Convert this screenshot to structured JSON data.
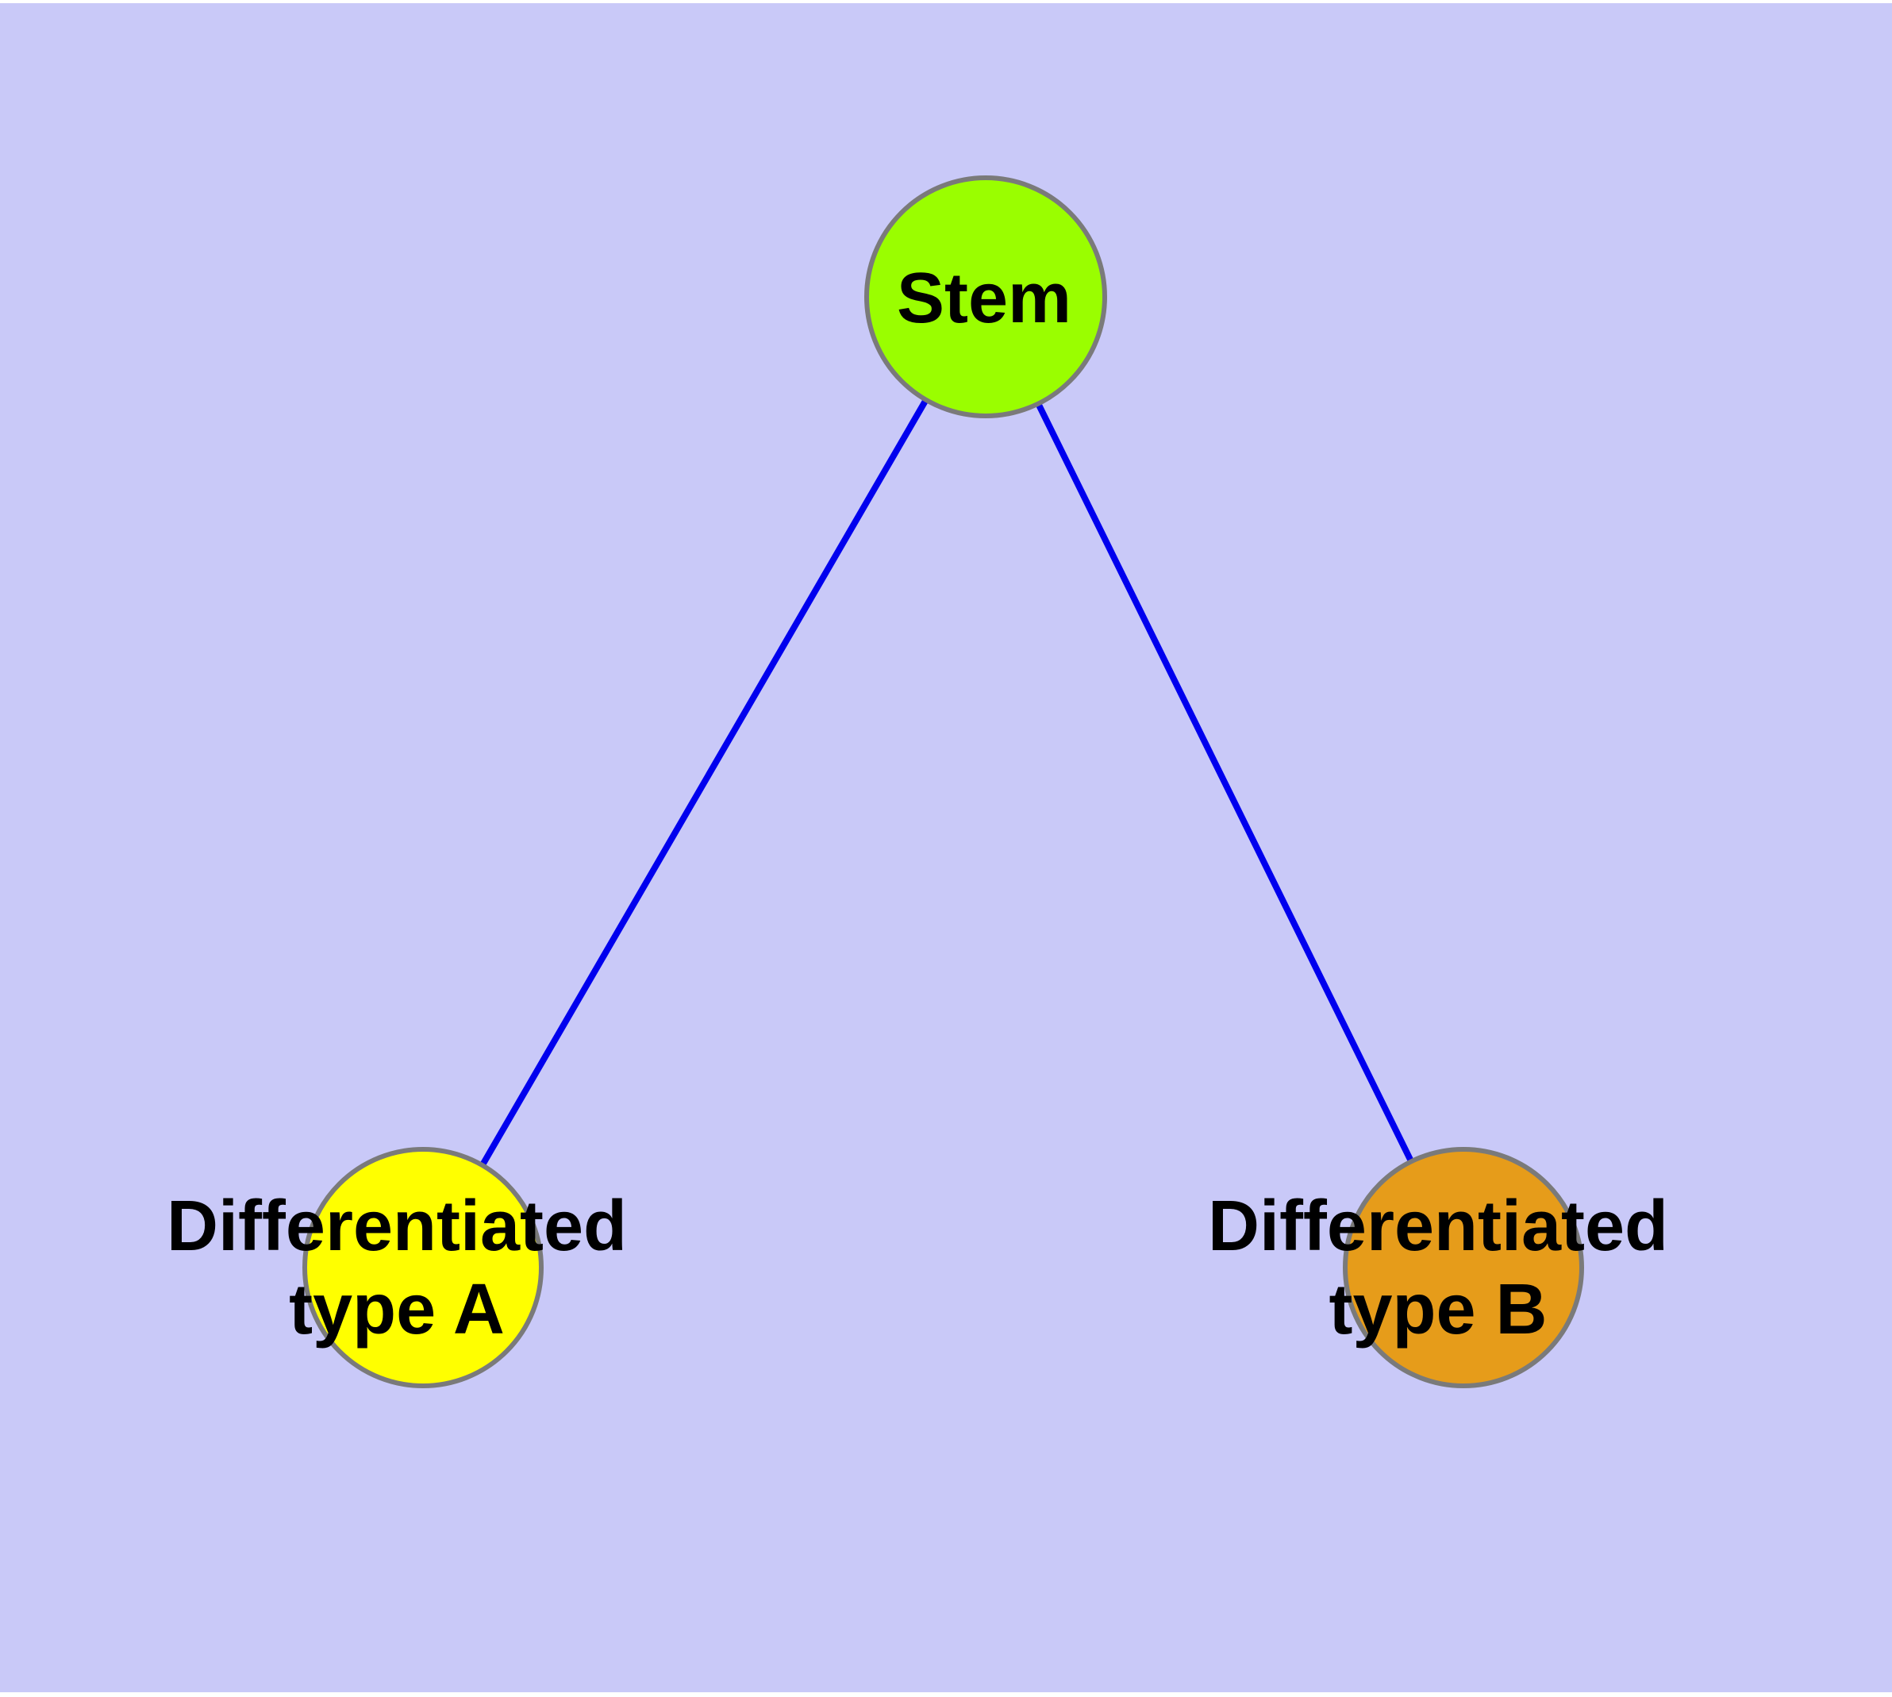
{
  "diagram": {
    "type": "graph",
    "colors": {
      "background": "#c9c9f8",
      "page_margin": "#ffffff",
      "edge": "#0000ee",
      "node_border": "#7a7a7a",
      "label": "#000000"
    },
    "nodes": [
      {
        "id": "stem",
        "label": "Stem",
        "label_lines": [
          "Stem"
        ],
        "color": "#9afe00"
      },
      {
        "id": "type-a",
        "label": "Differentiated type A",
        "label_lines": [
          "Differentiated",
          "type A"
        ],
        "color": "#ffff00"
      },
      {
        "id": "type-b",
        "label": "Differentiated type B",
        "label_lines": [
          "Differentiated",
          "type B"
        ],
        "color": "#e69c1a"
      }
    ],
    "edges": [
      {
        "from": "stem",
        "to": "type-a"
      },
      {
        "from": "stem",
        "to": "type-b"
      }
    ]
  }
}
